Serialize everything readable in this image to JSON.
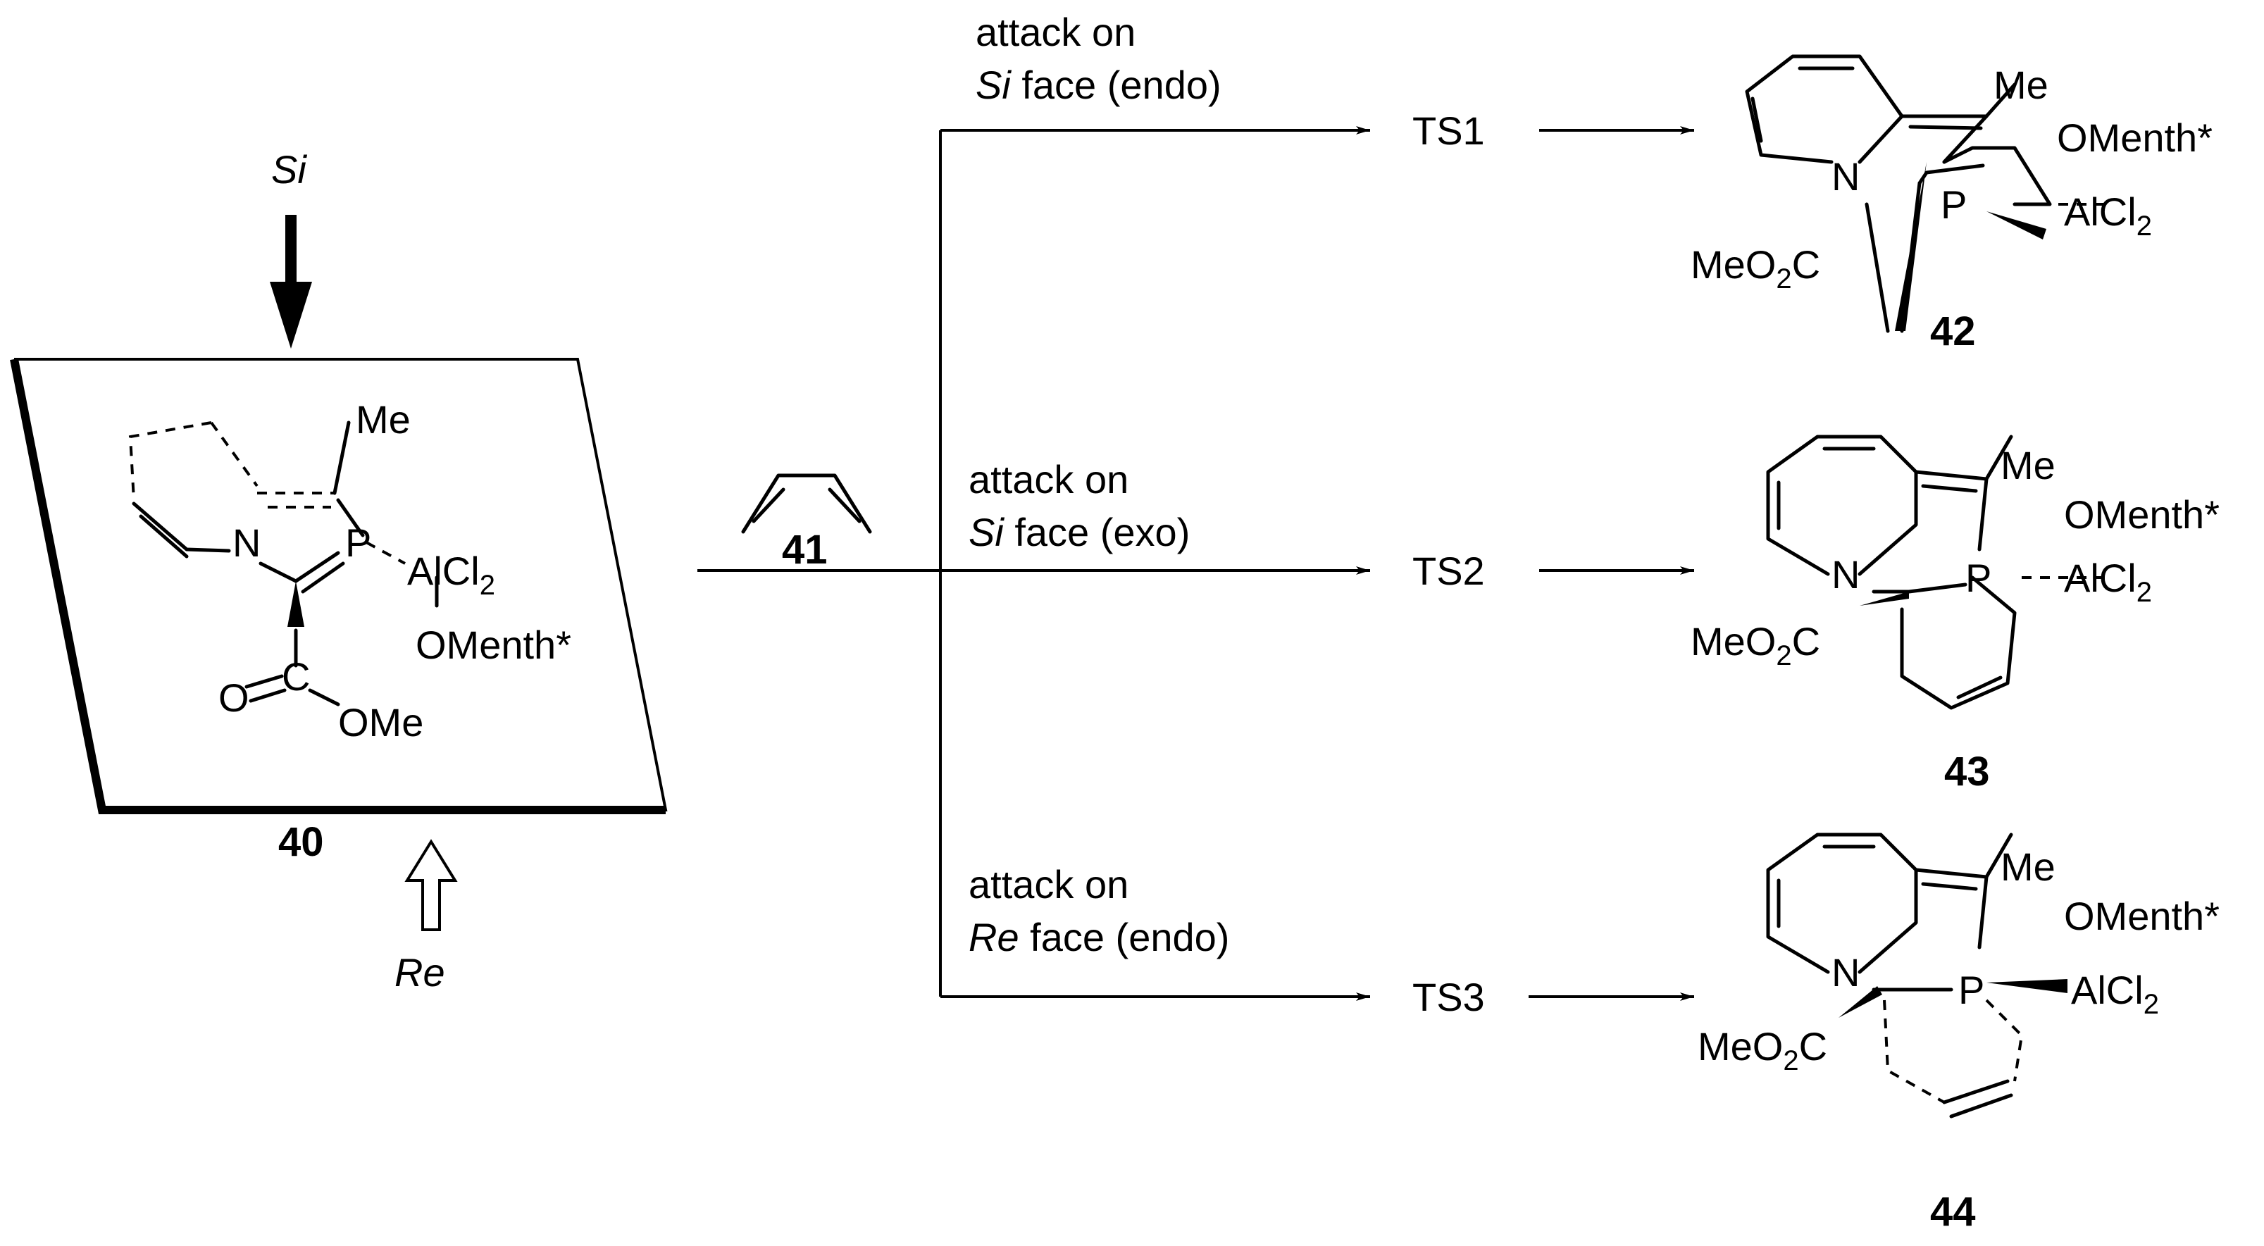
{
  "compounds": {
    "c40": "40",
    "c41": "41",
    "c42": "42",
    "c43": "43",
    "c44": "44"
  },
  "faces": {
    "si": "Si",
    "re": "Re"
  },
  "atoms": {
    "me": "Me",
    "n": "N",
    "p": "P",
    "alcl": "AlCl",
    "two": "2",
    "omenth": "OMenth*",
    "c": "C",
    "o": "O",
    "ome": "OMe",
    "meo": "MeO",
    "sub2": "2",
    "cC": "C"
  },
  "pathways": [
    {
      "line1": "attack on",
      "face": "Si",
      "rest": " face (endo)",
      "ts": "TS1"
    },
    {
      "line1": "attack on",
      "face": "Si",
      "rest": " face (exo)",
      "ts": "TS2"
    },
    {
      "line1": "attack on",
      "face": "Re",
      "rest": " face (endo)",
      "ts": "TS3"
    }
  ]
}
